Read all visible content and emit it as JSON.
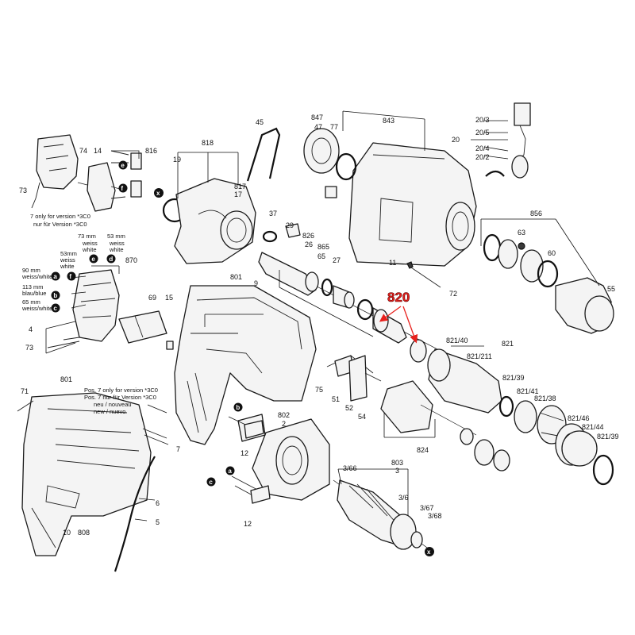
{
  "highlight": {
    "label": "820",
    "color": "#e8201c"
  },
  "labels": [
    {
      "id": "pn-73-top",
      "text": "73"
    },
    {
      "id": "pn-74",
      "text": "74"
    },
    {
      "id": "pn-14",
      "text": "14"
    },
    {
      "id": "pn-816",
      "text": "816"
    },
    {
      "id": "pn-818",
      "text": "818"
    },
    {
      "id": "pn-19",
      "text": "19"
    },
    {
      "id": "pn-817",
      "text": "817"
    },
    {
      "id": "pn-17",
      "text": "17"
    },
    {
      "id": "pn-45",
      "text": "45"
    },
    {
      "id": "pn-847",
      "text": "847"
    },
    {
      "id": "pn-47",
      "text": "47"
    },
    {
      "id": "pn-77",
      "text": "77"
    },
    {
      "id": "pn-843",
      "text": "843"
    },
    {
      "id": "pn-20-3",
      "text": "20/3"
    },
    {
      "id": "pn-20-5",
      "text": "20/5"
    },
    {
      "id": "pn-20",
      "text": "20"
    },
    {
      "id": "pn-20-4",
      "text": "20/4"
    },
    {
      "id": "pn-20-2",
      "text": "20/2"
    },
    {
      "id": "pn-856",
      "text": "856"
    },
    {
      "id": "pn-63",
      "text": "63"
    },
    {
      "id": "pn-60",
      "text": "60"
    },
    {
      "id": "pn-55",
      "text": "55"
    },
    {
      "id": "pn-11",
      "text": "11"
    },
    {
      "id": "pn-72",
      "text": "72"
    },
    {
      "id": "pn-37",
      "text": "37"
    },
    {
      "id": "pn-29",
      "text": "29"
    },
    {
      "id": "pn-826",
      "text": "826"
    },
    {
      "id": "pn-26",
      "text": "26"
    },
    {
      "id": "pn-865",
      "text": "865"
    },
    {
      "id": "pn-65",
      "text": "65"
    },
    {
      "id": "pn-27",
      "text": "27"
    },
    {
      "id": "pn-801-mid",
      "text": "801"
    },
    {
      "id": "pn-9",
      "text": "9"
    },
    {
      "id": "pn-870",
      "text": "870"
    },
    {
      "id": "pn-69",
      "text": "69"
    },
    {
      "id": "pn-15",
      "text": "15"
    },
    {
      "id": "pn-4",
      "text": "4"
    },
    {
      "id": "pn-73-mid",
      "text": "73"
    },
    {
      "id": "pn-821-40",
      "text": "821/40"
    },
    {
      "id": "pn-821-211",
      "text": "821/211"
    },
    {
      "id": "pn-821",
      "text": "821"
    },
    {
      "id": "pn-821-39a",
      "text": "821/39"
    },
    {
      "id": "pn-821-41",
      "text": "821/41"
    },
    {
      "id": "pn-821-38",
      "text": "821/38"
    },
    {
      "id": "pn-821-46",
      "text": "821/46"
    },
    {
      "id": "pn-821-44",
      "text": "821/44"
    },
    {
      "id": "pn-821-39b",
      "text": "821/39"
    },
    {
      "id": "pn-75",
      "text": "75"
    },
    {
      "id": "pn-51",
      "text": "51"
    },
    {
      "id": "pn-52",
      "text": "52"
    },
    {
      "id": "pn-54",
      "text": "54"
    },
    {
      "id": "pn-824",
      "text": "824"
    },
    {
      "id": "pn-801-bottom",
      "text": "801"
    },
    {
      "id": "pn-71",
      "text": "71"
    },
    {
      "id": "pn-7",
      "text": "7"
    },
    {
      "id": "pn-802",
      "text": "802"
    },
    {
      "id": "pn-2",
      "text": "2"
    },
    {
      "id": "pn-12-top",
      "text": "12"
    },
    {
      "id": "pn-12-bottom",
      "text": "12"
    },
    {
      "id": "pn-6",
      "text": "6"
    },
    {
      "id": "pn-5",
      "text": "5"
    },
    {
      "id": "pn-10",
      "text": "10"
    },
    {
      "id": "pn-808",
      "text": "808"
    },
    {
      "id": "pn-803",
      "text": "803"
    },
    {
      "id": "pn-3-66",
      "text": "3/66"
    },
    {
      "id": "pn-3",
      "text": "3"
    },
    {
      "id": "pn-3-6",
      "text": "3/6"
    },
    {
      "id": "pn-3-67",
      "text": "3/67"
    },
    {
      "id": "pn-3-68",
      "text": "3/68"
    }
  ],
  "letters": [
    {
      "id": "letter-e-top",
      "text": "e"
    },
    {
      "id": "letter-f-top",
      "text": "f"
    },
    {
      "id": "letter-e-mid",
      "text": "e"
    },
    {
      "id": "letter-d-mid",
      "text": "d"
    },
    {
      "id": "letter-a-mid",
      "text": "a"
    },
    {
      "id": "letter-f-mid",
      "text": "f"
    },
    {
      "id": "letter-b-mid",
      "text": "b"
    },
    {
      "id": "letter-c-mid",
      "text": "c"
    },
    {
      "id": "letter-b-bottom",
      "text": "b"
    },
    {
      "id": "letter-a-bottom",
      "text": "a"
    },
    {
      "id": "letter-c-bottom",
      "text": "c"
    }
  ],
  "notes": [
    {
      "id": "note-version-1",
      "text": "7 only for version *3C0"
    },
    {
      "id": "note-version-2",
      "text": "nur für Version *3C0"
    },
    {
      "id": "note-73mm",
      "text": "73 mm"
    },
    {
      "id": "note-weiss-1",
      "text": "weiss"
    },
    {
      "id": "note-white-1",
      "text": "white"
    },
    {
      "id": "note-53mm-a",
      "text": "53 mm"
    },
    {
      "id": "note-weiss-2",
      "text": "weiss"
    },
    {
      "id": "note-white-2",
      "text": "white"
    },
    {
      "id": "note-53mm-b",
      "text": "53mm"
    },
    {
      "id": "note-weiss-3",
      "text": "weiss"
    },
    {
      "id": "note-white-3",
      "text": "white"
    },
    {
      "id": "note-90mm",
      "text": "90 mm"
    },
    {
      "id": "note-90mm-col",
      "text": "weiss/white"
    },
    {
      "id": "note-113mm",
      "text": "113 mm"
    },
    {
      "id": "note-113mm-col",
      "text": "blau/blue"
    },
    {
      "id": "note-65mm",
      "text": "65 mm"
    },
    {
      "id": "note-65mm-col",
      "text": "weiss/white"
    },
    {
      "id": "note-pos7-1",
      "text": "Pos. 7 only for version *3C0"
    },
    {
      "id": "note-pos7-2",
      "text": "Pos. 7 nur für Version *3C0"
    },
    {
      "id": "note-neu",
      "text": "neu / nouveau"
    },
    {
      "id": "note-new",
      "text": "new / nuevo"
    }
  ]
}
